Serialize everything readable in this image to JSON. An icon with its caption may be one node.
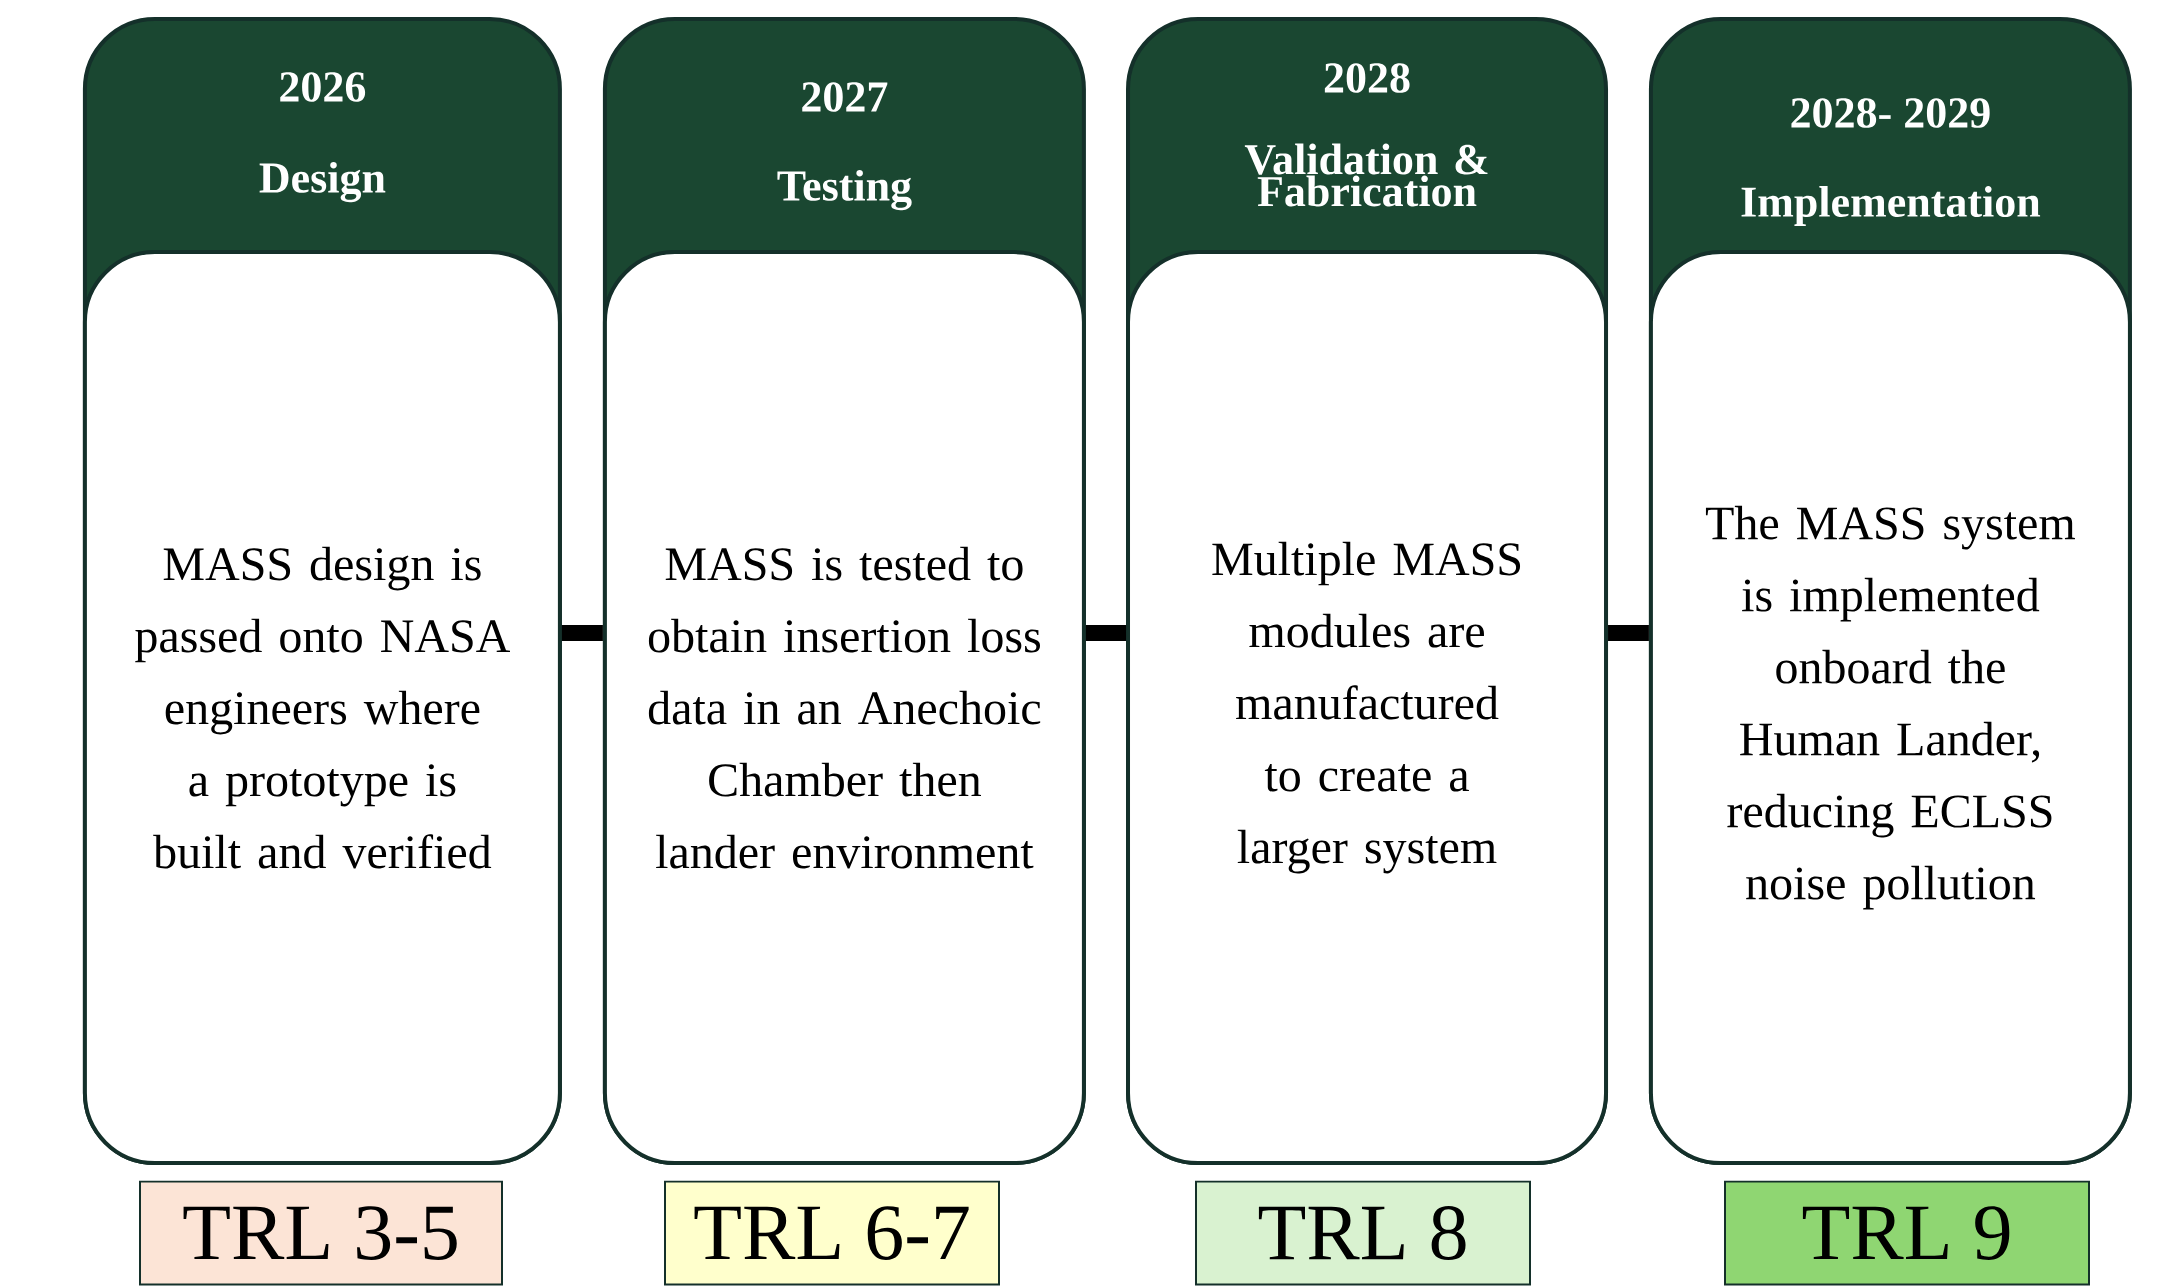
{
  "diagram": {
    "nodes": [
      {
        "text": [
          "2026",
          "Design"
        ]
      },
      {
        "text": [
          "MASS design is passed onto NASA engineers where a prototype is built and verified"
        ],
        "in": 0
      },
      {
        "text": [
          "2027",
          "Testing"
        ]
      },
      {
        "text": [
          "MASS is tested to obtain insertion loss data in an Anechoic Chamber then lander environment"
        ],
        "in": 2
      },
      {
        "text": [
          "2028",
          "Validation & Fabrication"
        ]
      },
      {
        "text": [
          "Multiple MASS modules are manufactured to create a larger system"
        ],
        "in": 4
      },
      {
        "text": [
          "2028- 2029",
          "Implementation"
        ]
      },
      {
        "text": [
          "The MASS system is implemented onboard the Human Lander, reducing ECLSS noise pollution"
        ],
        "in": 6
      },
      {
        "text": [
          "TRL 3-5"
        ]
      },
      {
        "text": [
          "TRL 6-7"
        ]
      },
      {
        "text": [
          "TRL 8"
        ]
      },
      {
        "text": [
          "TRL 9"
        ]
      }
    ],
    "edges": [
      {
        "from": 1,
        "to": 3,
        "arrow": "none"
      },
      {
        "from": 3,
        "to": 5,
        "arrow": "none"
      },
      {
        "from": 5,
        "to": 7,
        "arrow": "none"
      }
    ]
  }
}
